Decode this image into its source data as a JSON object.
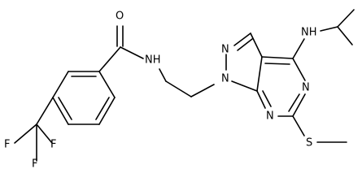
{
  "atoms": {
    "O": "O",
    "NH_amide": "NH",
    "N_pyrazole_2": "N",
    "N_pyrazole_1": "N",
    "NH_isopropyl": "NH",
    "N_pyrimidine_5": "N",
    "N_pyrimidine_7": "N",
    "S": "S",
    "F_top": "F",
    "F_left": "F",
    "F_bottom": "F"
  },
  "colors": {
    "bond": "#000000",
    "text": "#000000",
    "background": "#ffffff"
  }
}
